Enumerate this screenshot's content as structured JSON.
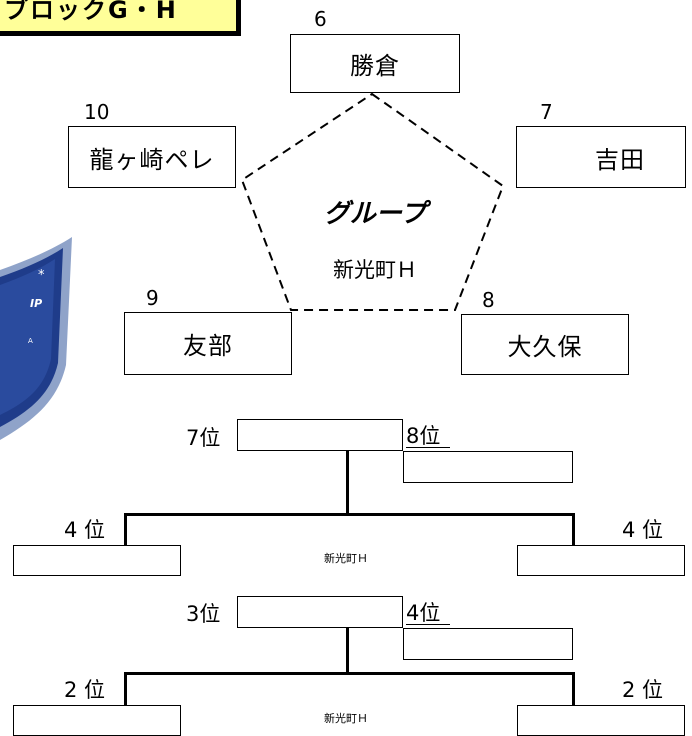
{
  "header": {
    "title": "ブロックG・H"
  },
  "group": {
    "label": "グループ",
    "venue": "新光町Ｈ",
    "teams": [
      {
        "number": "6",
        "name": "勝倉"
      },
      {
        "number": "7",
        "name": "吉田"
      },
      {
        "number": "8",
        "name": "大久保"
      },
      {
        "number": "9",
        "name": "友部"
      },
      {
        "number": "10",
        "name": "龍ヶ崎ペレ"
      }
    ]
  },
  "bracket_7_8": {
    "left_rank": "7位",
    "right_rank": "8位",
    "side_left_rank": "4 位",
    "side_right_rank": "4 位",
    "venue": "新光町Ｈ"
  },
  "bracket_3_4": {
    "left_rank": "3位",
    "right_rank": "4位",
    "side_left_rank": "2 位",
    "side_right_rank": "2 位",
    "venue": "新光町Ｈ"
  }
}
